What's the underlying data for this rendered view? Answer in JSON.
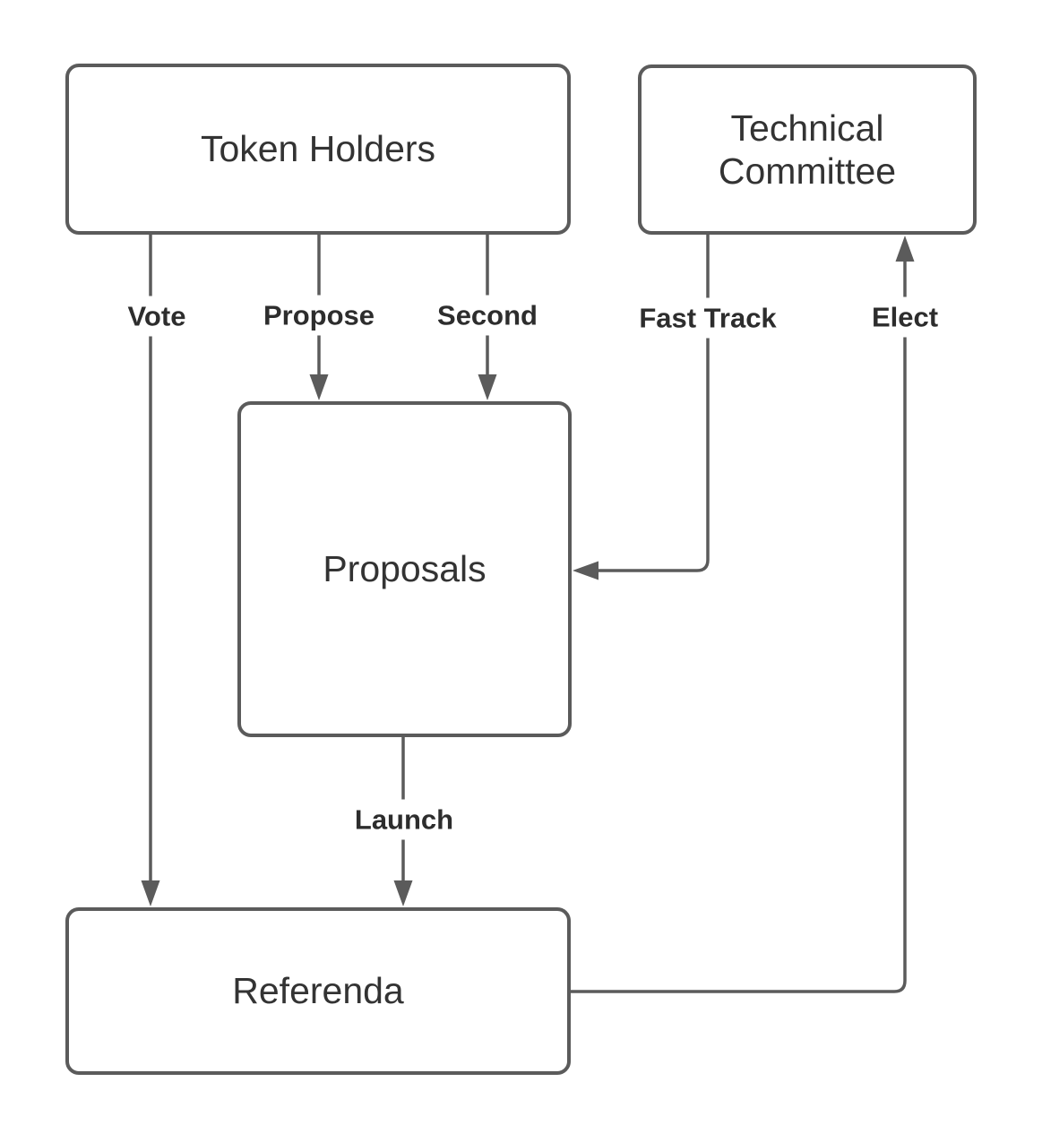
{
  "diagram": {
    "title": "Governance flow diagram",
    "type": "flowchart"
  },
  "theme": {
    "background": "#ffffff",
    "node_fill": "#ffffff",
    "stroke": "#5b5b5b",
    "node_text": "#333333",
    "label_text": "#2d2d2d"
  },
  "nodes": {
    "token_holders": {
      "label": "Token Holders"
    },
    "technical_committee": {
      "label": "Technical Committee"
    },
    "proposals": {
      "label": "Proposals"
    },
    "referenda": {
      "label": "Referenda"
    }
  },
  "edges": {
    "vote": {
      "label": "Vote",
      "from": "Token Holders",
      "to": "Referenda"
    },
    "propose": {
      "label": "Propose",
      "from": "Token Holders",
      "to": "Proposals"
    },
    "second": {
      "label": "Second",
      "from": "Token Holders",
      "to": "Proposals"
    },
    "fast_track": {
      "label": "Fast Track",
      "from": "Technical Committee",
      "to": "Proposals"
    },
    "elect": {
      "label": "Elect",
      "from": "Referenda",
      "to": "Technical Committee"
    },
    "launch": {
      "label": "Launch",
      "from": "Proposals",
      "to": "Referenda"
    }
  }
}
